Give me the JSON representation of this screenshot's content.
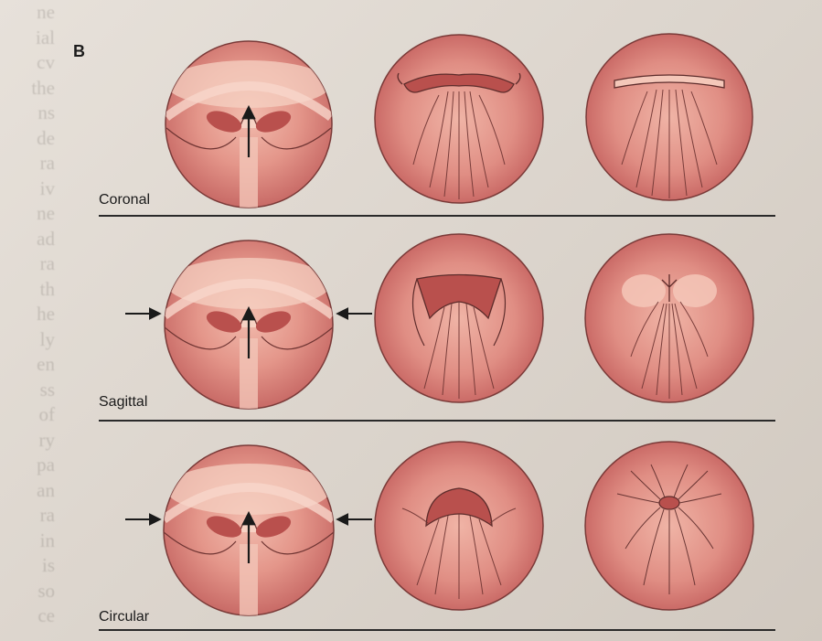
{
  "panel_letter": "B",
  "rows": [
    {
      "label": "Coronal",
      "side_arrows": false
    },
    {
      "label": "Sagittal",
      "side_arrows": true
    },
    {
      "label": "Circular",
      "side_arrows": true
    }
  ],
  "colors": {
    "tissue_outer": "#c86a66",
    "tissue_inner": "#e59a8f",
    "tissue_light": "#f3c2b4",
    "opening": "#b94c4b",
    "ink": "#2b1c1c"
  }
}
